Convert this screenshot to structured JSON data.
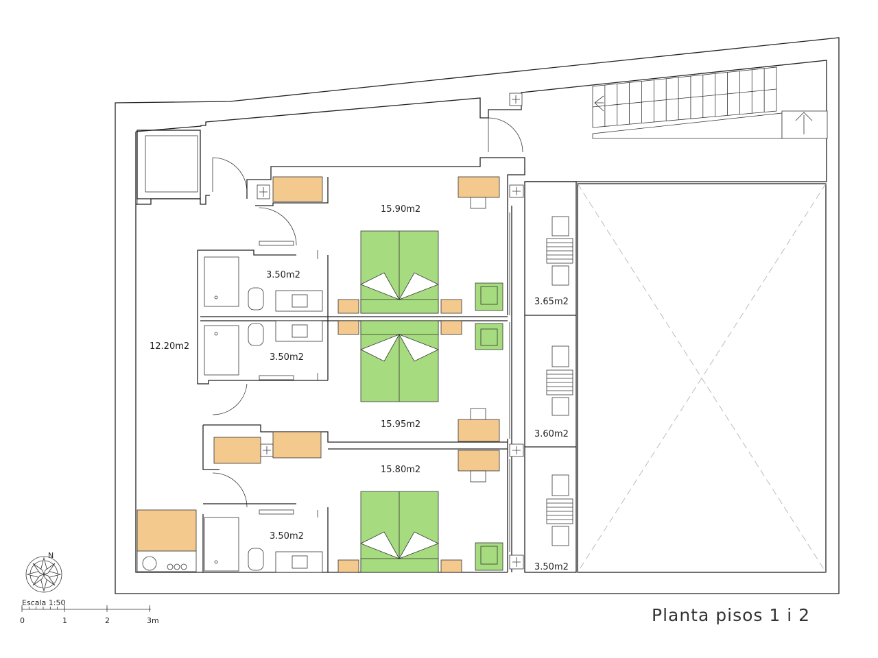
{
  "title": "Planta pisos 1 i 2",
  "scale": {
    "label": "Escala 1:50",
    "ticks": [
      "0",
      "1",
      "2",
      "3m"
    ]
  },
  "compass": {
    "north": "N"
  },
  "rooms": {
    "bedroom_1": "15.90m2",
    "bathroom_1": "3.50m2",
    "bathroom_2": "3.50m2",
    "corridor": "12.20m2",
    "bedroom_2": "15.95m2",
    "bedroom_3": "15.80m2",
    "bathroom_3": "3.50m2",
    "balcony_1": "3.65m2",
    "balcony_2": "3.60m2",
    "balcony_3": "3.50m2"
  },
  "colors": {
    "furniture": "#f3c98e",
    "bed": "#a6dc7f",
    "walls": "#222222",
    "void_lines": "#bbbbbb"
  },
  "icons": [
    "compass-rose-icon",
    "stairs-icon",
    "shaft-plus-icon",
    "door-swing-icon",
    "toilet-icon",
    "sink-icon",
    "shower-icon",
    "bed-icon",
    "armchair-icon",
    "table-icon",
    "chair-icon",
    "hob-icon"
  ]
}
